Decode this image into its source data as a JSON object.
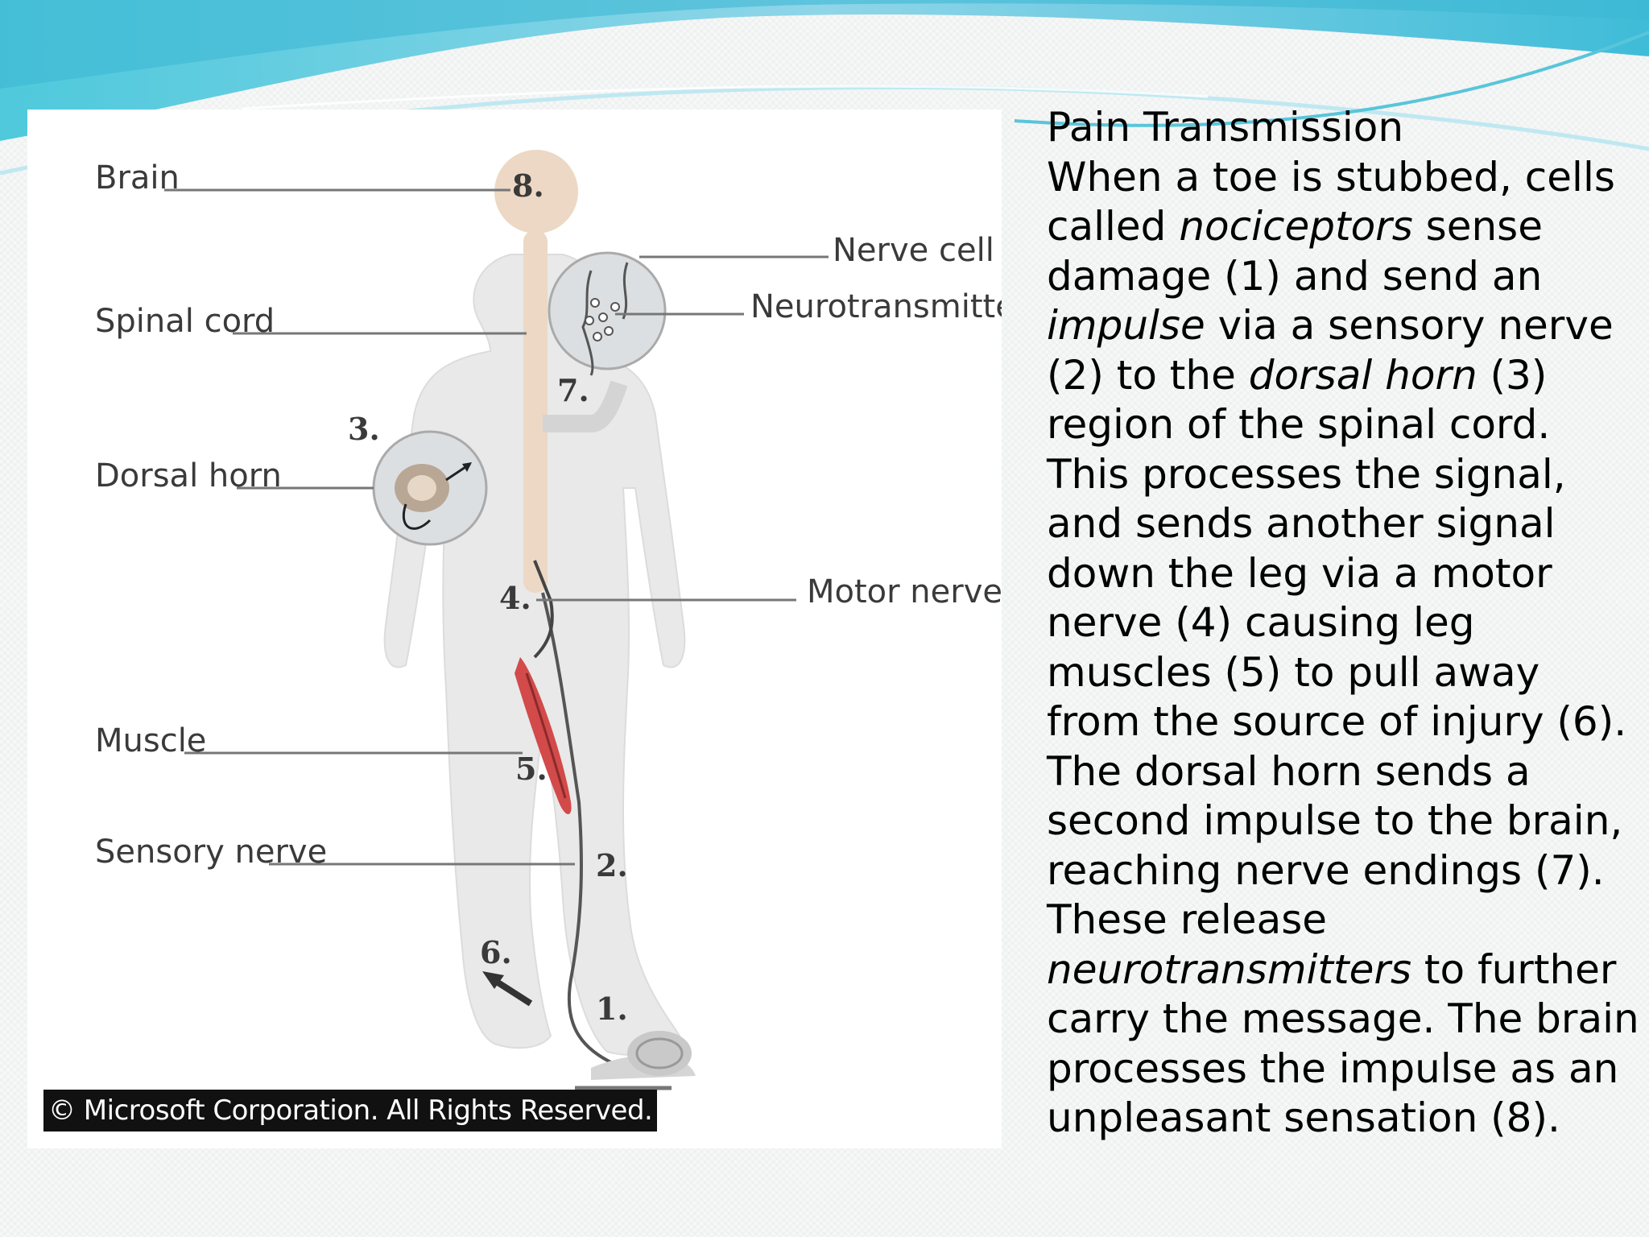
{
  "slide": {
    "title": "Pain Transmission",
    "body": [
      {
        "text": "When a toe is stubbed, cells called "
      },
      {
        "text": "nociceptors",
        "italic": true
      },
      {
        "text": " sense damage (1) and send an "
      },
      {
        "text": "impulse",
        "italic": true
      },
      {
        "text": " via a sensory nerve (2) to the "
      },
      {
        "text": "dorsal horn",
        "italic": true
      },
      {
        "text": " (3) region of the spinal cord. This processes the signal, and sends another signal down the leg via a motor nerve (4) causing leg muscles (5) to pull away from the source of injury (6). The dorsal horn sends a second impulse to the brain, reaching nerve endings (7). These release "
      },
      {
        "text": "neurotransmitters",
        "italic": true
      },
      {
        "text": " to further carry the message. The brain processes the impulse as an unpleasant sensation (8)."
      }
    ]
  },
  "diagram": {
    "labels": {
      "brain": "Brain",
      "spinal_cord": "Spinal cord",
      "dorsal_horn": "Dorsal horn",
      "muscle": "Muscle",
      "sensory_nerve": "Sensory nerve",
      "nerve_cell": "Nerve cell",
      "neurotransmitter": "Neurotransmitter",
      "motor_nerve": "Motor nerve"
    },
    "numbers": {
      "n1": "1.",
      "n2": "2.",
      "n3": "3.",
      "n4": "4.",
      "n5": "5.",
      "n6": "6.",
      "n7": "7.",
      "n8": "8."
    },
    "copyright": "© Microsoft Corporation. All Rights Reserved."
  },
  "colors": {
    "body": "#e4e4e4",
    "nerve_tissue": "#ecd8c4",
    "muscle": "#d24a4a",
    "wave": "#4cc7dd"
  }
}
